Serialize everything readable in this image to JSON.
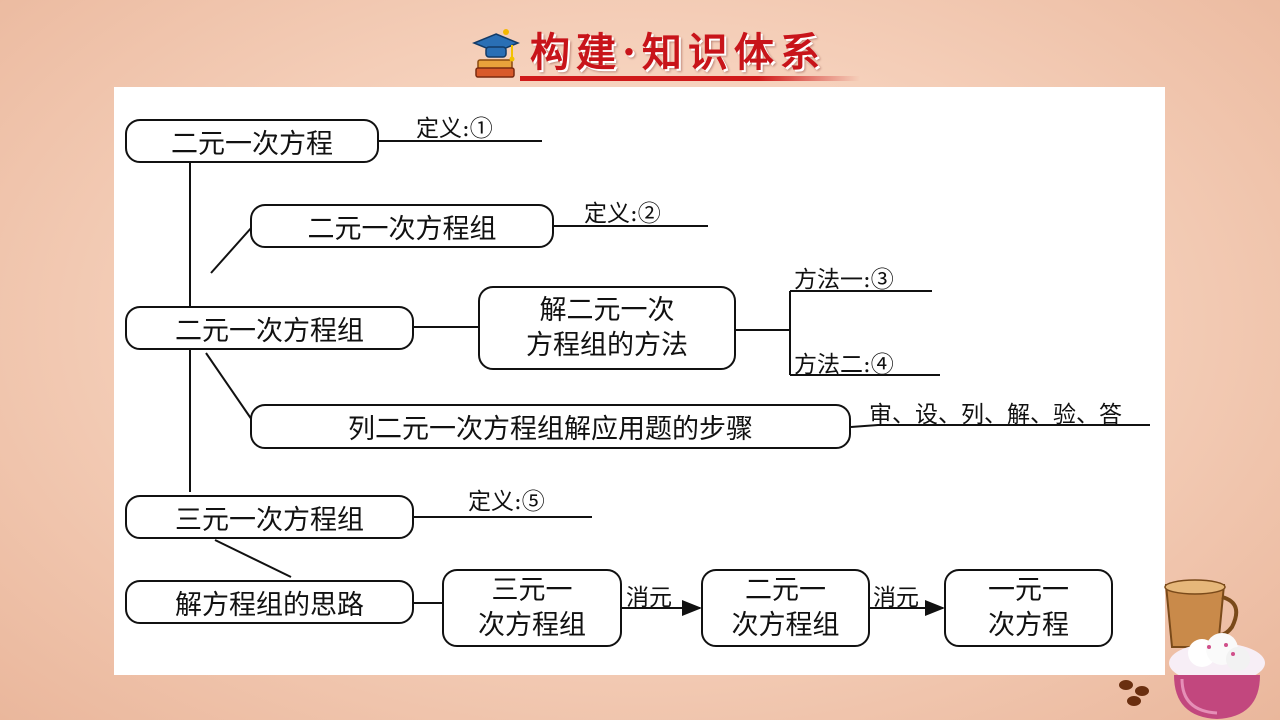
{
  "title": "构建·知识体系",
  "nodes": {
    "linear_eq": "二元一次方程",
    "system_top": "二元一次方程组",
    "system_main": "二元一次方程组",
    "solve_methods": [
      "解二元一次",
      "方程组的方法"
    ],
    "word_problem_steps": "列二元一次方程组解应用题的步骤",
    "three_var_system": "三元一次方程组",
    "solving_idea": "解方程组的思路",
    "flow_three": [
      "三元一",
      "次方程组"
    ],
    "flow_two": [
      "二元一",
      "次方程组"
    ],
    "flow_one": [
      "一元一",
      "次方程"
    ]
  },
  "labels": {
    "def1": "定义:①",
    "def2": "定义:②",
    "method1": "方法一:③",
    "method2": "方法二:④",
    "steps": "审、设、列、解、验、答",
    "def5": "定义:⑤",
    "elim1": "消元",
    "elim2": "消元"
  }
}
